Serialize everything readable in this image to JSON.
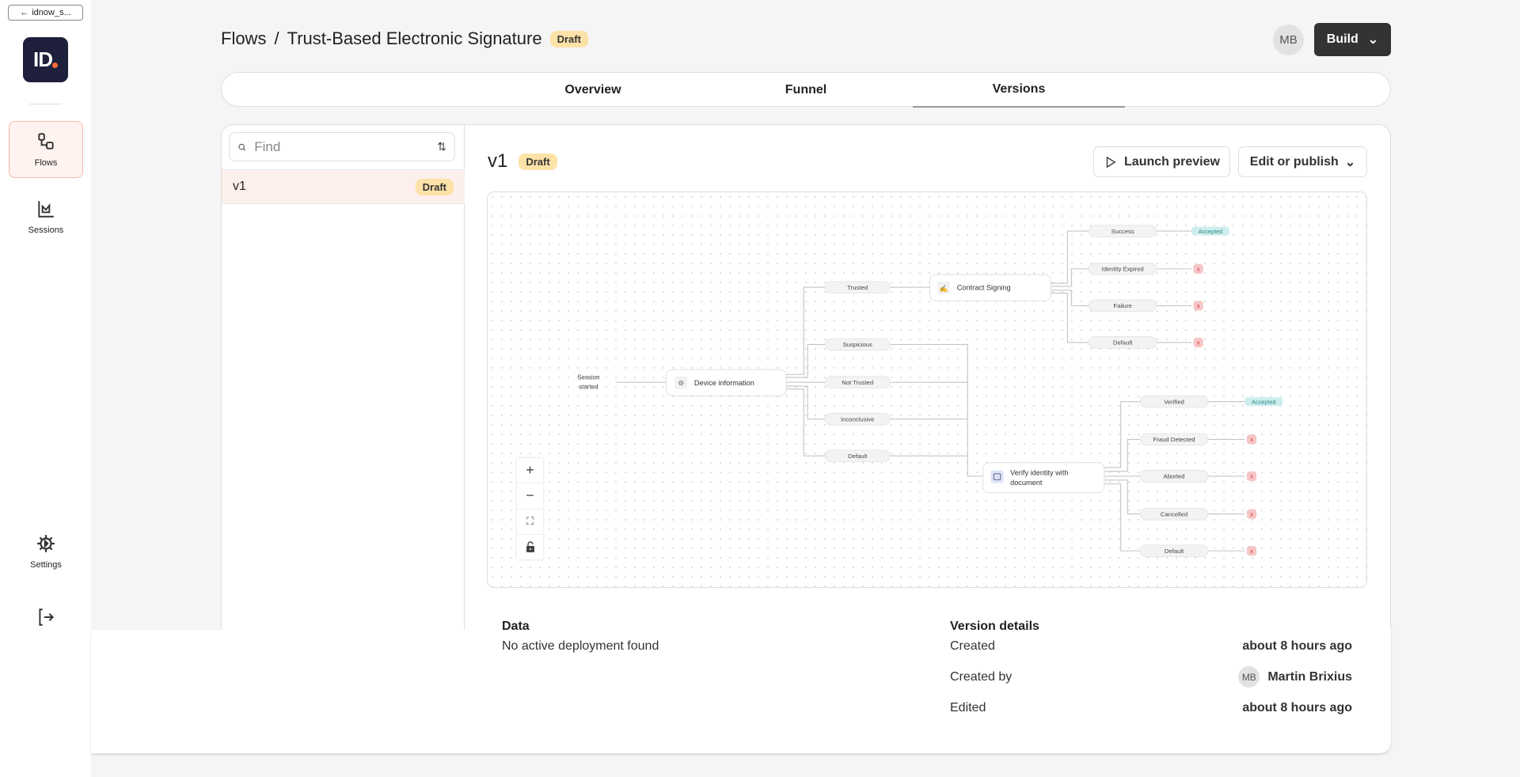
{
  "sidebar": {
    "back_label": "idnow_s...",
    "logo_text": "ID",
    "items": [
      {
        "label": "Flows",
        "icon": "flows-icon",
        "active": true
      },
      {
        "label": "Sessions",
        "icon": "sessions-chart-icon"
      },
      {
        "label": "Settings",
        "icon": "gear-icon"
      },
      {
        "label": "",
        "icon": "logout-icon"
      }
    ]
  },
  "header": {
    "breadcrumb_root": "Flows",
    "separator": "/",
    "flow_name": "Trust-Based Electronic Signature",
    "status": "Draft",
    "avatar": "MB",
    "build_label": "Build"
  },
  "tabs": [
    {
      "label": "Overview"
    },
    {
      "label": "Funnel"
    },
    {
      "label": "Versions",
      "active": true
    }
  ],
  "versions_panel": {
    "search_placeholder": "Find",
    "items": [
      {
        "name": "v1",
        "status": "Draft"
      }
    ]
  },
  "version": {
    "name": "v1",
    "status": "Draft",
    "launch_preview": "Launch preview",
    "edit_publish": "Edit or publish"
  },
  "diagram": {
    "start": [
      "Session",
      "started"
    ],
    "device": "Device information",
    "device_outcomes": [
      "Trusted",
      "Suspicious",
      "Not Trusted",
      "Inconclusive",
      "Default"
    ],
    "contract": "Contract Signing",
    "contract_outcomes": [
      "Success",
      "Identity Expired",
      "Failure",
      "Default"
    ],
    "verify": [
      "Verify identity with",
      "document"
    ],
    "verify_outcomes": [
      "Verified",
      "Fraud Detected",
      "Aborted",
      "Cancelled",
      "Default"
    ],
    "accepted": "Accepted",
    "rejected": "x",
    "colors": {
      "accepted_bg": "#cdeeed",
      "rejected_bg": "#f6c6c6"
    }
  },
  "details": {
    "data_title": "Data",
    "data_text": "No active deployment found",
    "version_title": "Version details",
    "rows": [
      {
        "label": "Created",
        "value": "about 8 hours ago"
      },
      {
        "label": "Created by",
        "value": "Martin Brixius",
        "avatar": "MB"
      },
      {
        "label": "Edited",
        "value": "about 8 hours ago"
      }
    ]
  }
}
